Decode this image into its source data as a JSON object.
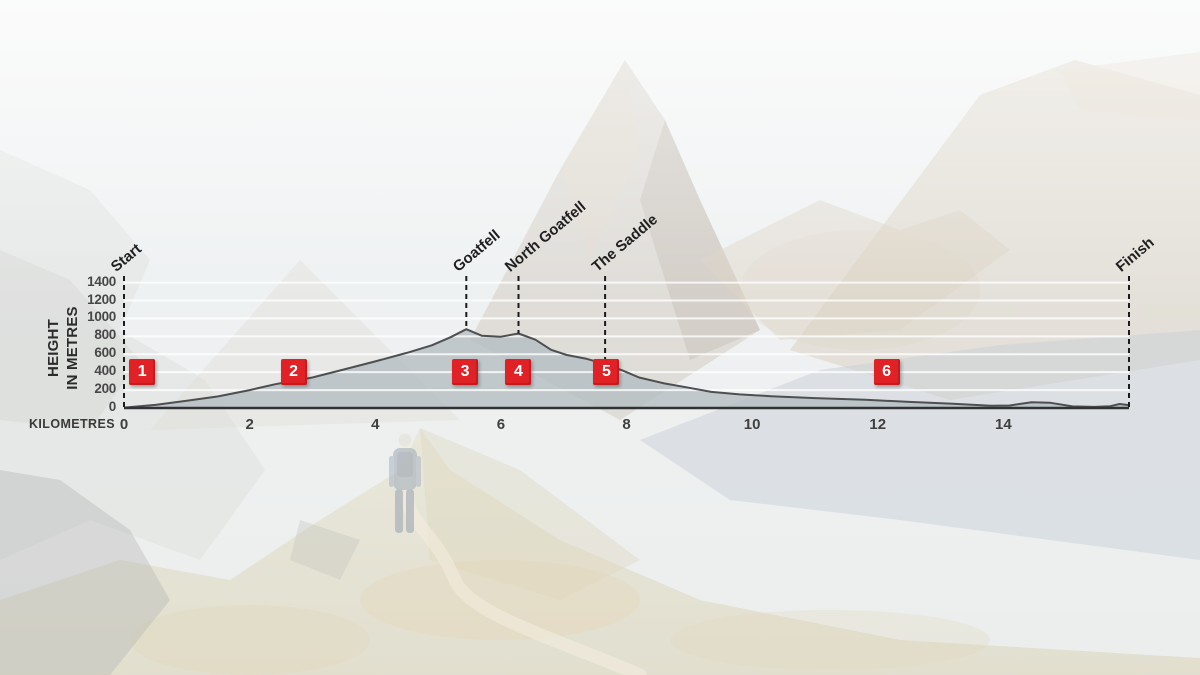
{
  "axes": {
    "y_title": "HEIGHT\nIN METRES",
    "x_title": "KILOMETRES"
  },
  "chart_data": {
    "type": "area",
    "xlabel": "KILOMETRES",
    "ylabel": "HEIGHT IN METRES",
    "xlim": [
      0,
      16
    ],
    "ylim": [
      0,
      1400
    ],
    "x_ticks": [
      0,
      2,
      4,
      6,
      8,
      10,
      12,
      14
    ],
    "y_ticks": [
      0,
      200,
      400,
      600,
      800,
      1000,
      1200,
      1400
    ],
    "grid": true,
    "profile": {
      "x_km": [
        0,
        0.5,
        1,
        1.5,
        2,
        2.4,
        2.6,
        3,
        3.5,
        4,
        4.5,
        4.9,
        5.2,
        5.45,
        5.7,
        6.0,
        6.28,
        6.55,
        6.8,
        7.05,
        7.35,
        7.66,
        7.95,
        8.2,
        8.6,
        9.0,
        9.35,
        9.8,
        10.3,
        11.0,
        11.8,
        12.5,
        13.2,
        13.8,
        14.1,
        14.45,
        14.75,
        15.1,
        15.45,
        15.7,
        15.85,
        16.0
      ],
      "y_m": [
        5,
        35,
        80,
        130,
        200,
        265,
        290,
        340,
        430,
        520,
        615,
        700,
        790,
        880,
        806,
        796,
        832,
        762,
        650,
        592,
        552,
        490,
        415,
        340,
        275,
        225,
        180,
        152,
        132,
        110,
        92,
        68,
        48,
        25,
        28,
        65,
        58,
        18,
        12,
        20,
        45,
        32
      ]
    },
    "waypoints": [
      {
        "label": "Start",
        "km": 0,
        "line": "full"
      },
      {
        "label": "Goatfell",
        "km": 5.45,
        "elevation_m": 880
      },
      {
        "label": "North Goatfell",
        "km": 6.28,
        "elevation_m": 832
      },
      {
        "label": "The Saddle",
        "km": 7.66,
        "elevation_m": 490
      },
      {
        "label": "Finish",
        "km": 16,
        "line": "full"
      }
    ],
    "markers": [
      {
        "number": "1",
        "km": 0.29
      },
      {
        "number": "2",
        "km": 2.7
      },
      {
        "number": "3",
        "km": 5.43
      },
      {
        "number": "4",
        "km": 6.28
      },
      {
        "number": "5",
        "km": 7.68
      },
      {
        "number": "6",
        "km": 12.14
      }
    ],
    "marker_row_elevation_m": 400
  },
  "colors": {
    "marker_red": "#e02227",
    "area_fill": "#b4bdc1",
    "area_stroke": "#4d4f50",
    "baseline": "#303234",
    "gridline": "#ffffff",
    "dashed_line": "#1b1b1b",
    "axis_text": "#3f3f3f",
    "label_text": "#1f1f1f"
  }
}
